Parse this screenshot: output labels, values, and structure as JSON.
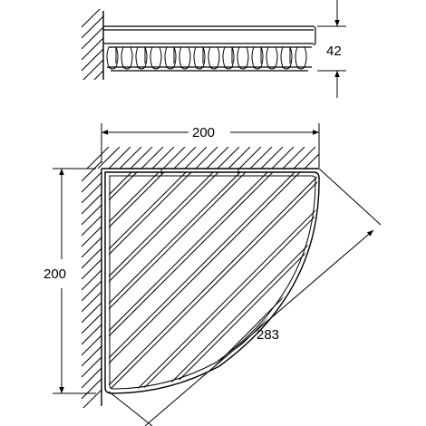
{
  "drawing": {
    "dimensions": {
      "height": "42",
      "width": "200",
      "depth": "200",
      "diagonal": "283"
    }
  },
  "colors": {
    "ink": "#000000",
    "background": "#ffffff"
  }
}
